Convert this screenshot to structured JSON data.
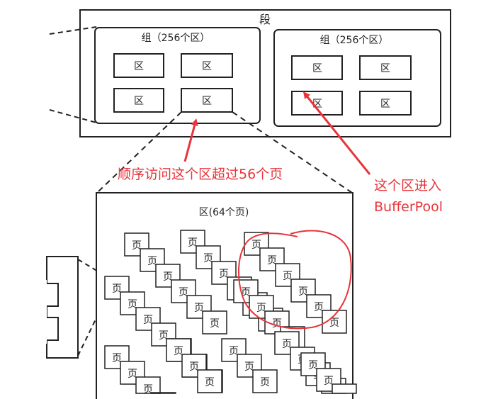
{
  "segment": {
    "label": "段"
  },
  "groups": [
    {
      "label": "组（256个区）",
      "extents": [
        "区",
        "区",
        "区",
        "区"
      ]
    },
    {
      "label": "组（256个区）",
      "extents": [
        "区",
        "区",
        "区",
        "区"
      ]
    }
  ],
  "extent_detail": {
    "label": "区(64个页)",
    "page_label": "页"
  },
  "annotations": {
    "sequential_access": "顺序访问这个区超过56个页",
    "buffer_pool_line1": "这个区进入",
    "buffer_pool_line2": "BufferPool"
  },
  "colors": {
    "annotation": "#e8343a",
    "stroke": "#222222"
  }
}
